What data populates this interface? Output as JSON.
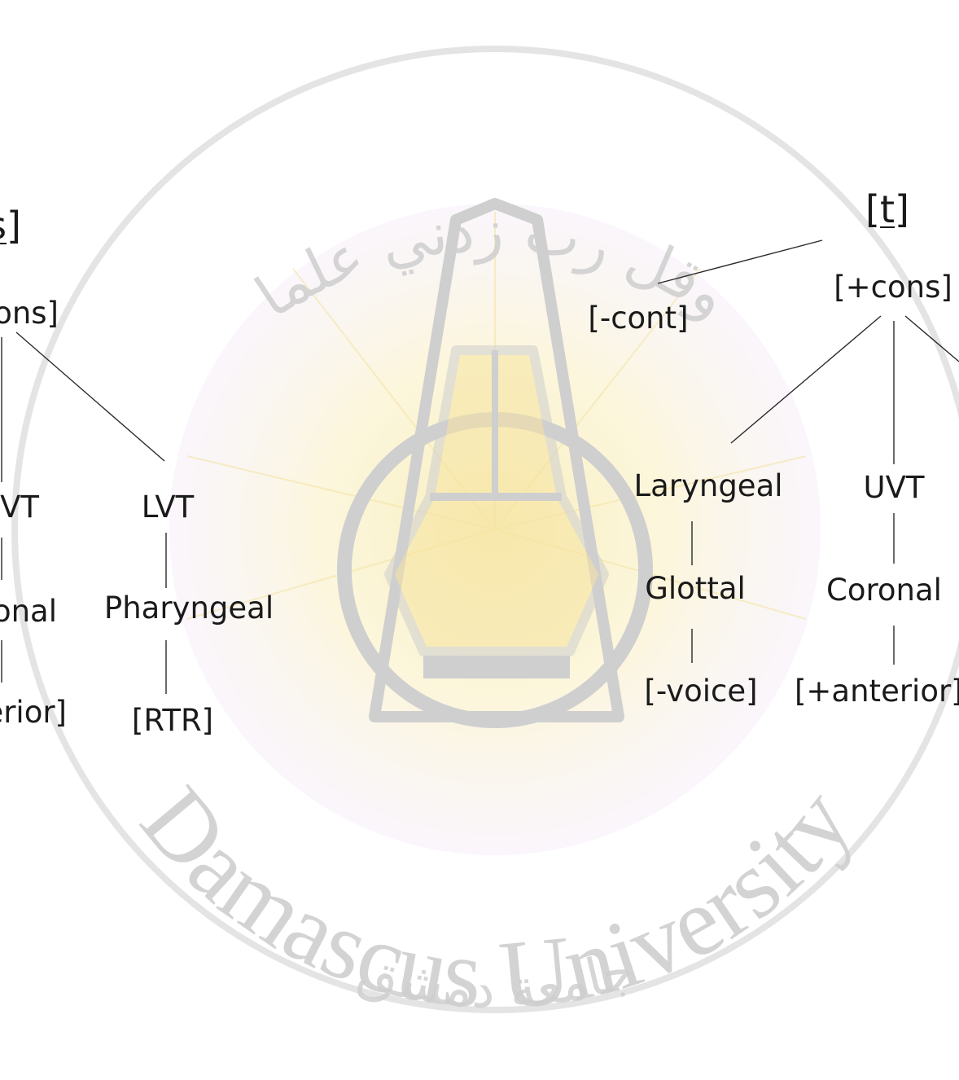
{
  "watermark": {
    "text_top": "وقل رب زدني علما",
    "text_bottom": "Damascus University",
    "text_arabic_bottom": "جامعة دمشق",
    "colors": {
      "ring": "#d3d3d3",
      "glow": "#f7e9a6",
      "emblem": "#cfcfcf",
      "lilac": "#f1e6f5"
    }
  },
  "left_tree": {
    "root": {
      "prefix": "",
      "letter": "s",
      "suffix": "]"
    },
    "cons": "ons]",
    "uvt_fragment": "VT",
    "lvt": "LVT",
    "coronal_fragment": "onal",
    "pharyngeal": "Pharyngeal",
    "anterior_fragment": "erior]",
    "rtr": "[RTR]"
  },
  "right_tree": {
    "root": {
      "prefix": "[",
      "letter": "t",
      "suffix": "]"
    },
    "cont": "[-cont]",
    "cons": "[+cons]",
    "laryngeal": "Laryngeal",
    "uvt": "UVT",
    "glottal": "Glottal",
    "coronal": "Coronal",
    "voice": "[-voice]",
    "anterior": "[+anterior]"
  }
}
